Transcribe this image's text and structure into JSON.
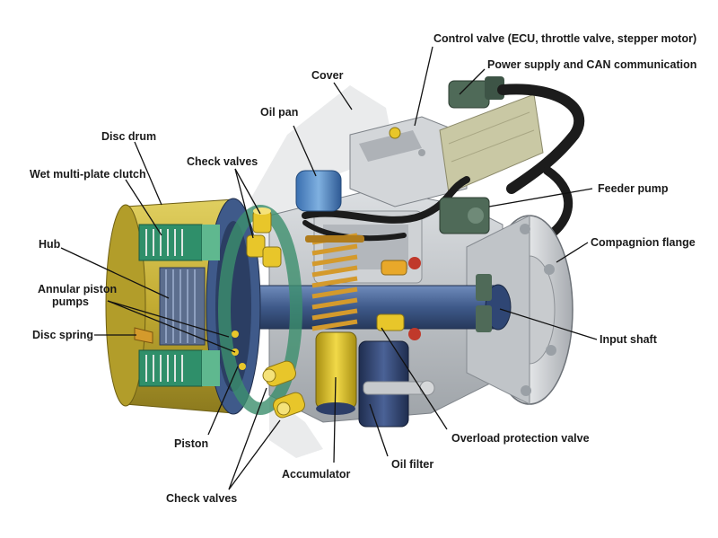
{
  "colors": {
    "drum_yellow": "#c9b43a",
    "shaft_blue": "#3f5a8a",
    "housing_grey": "#bfc2c6",
    "clutch_green": "#2f8f6a",
    "accent_yellow": "#e8c62a",
    "spring_orange": "#d49a2c",
    "filter_blue": "#2c3e68",
    "cable_black": "#1c1c1c",
    "connector_green": "#4f6a58",
    "leader": "#111111"
  },
  "labels": {
    "control_valve": "Control valve (ECU, throttle valve, stepper motor)",
    "power_supply": "Power supply and CAN communication",
    "cover": "Cover",
    "oil_pan": "Oil pan",
    "disc_drum": "Disc drum",
    "check_valves_top": "Check valves",
    "wet_clutch": "Wet multi-plate clutch",
    "feeder_pump": "Feeder pump",
    "hub": "Hub",
    "companion_flange": "Compagnion flange",
    "annular_1": "Annular piston",
    "annular_2": "pumps",
    "disc_spring": "Disc spring",
    "input_shaft": "Input shaft",
    "piston": "Piston",
    "overload_valve": "Overload protection valve",
    "accumulator": "Accumulator",
    "oil_filter": "Oil filter",
    "check_valves_bottom": "Check valves"
  },
  "icons": {
    "pointer": "leader-line"
  }
}
